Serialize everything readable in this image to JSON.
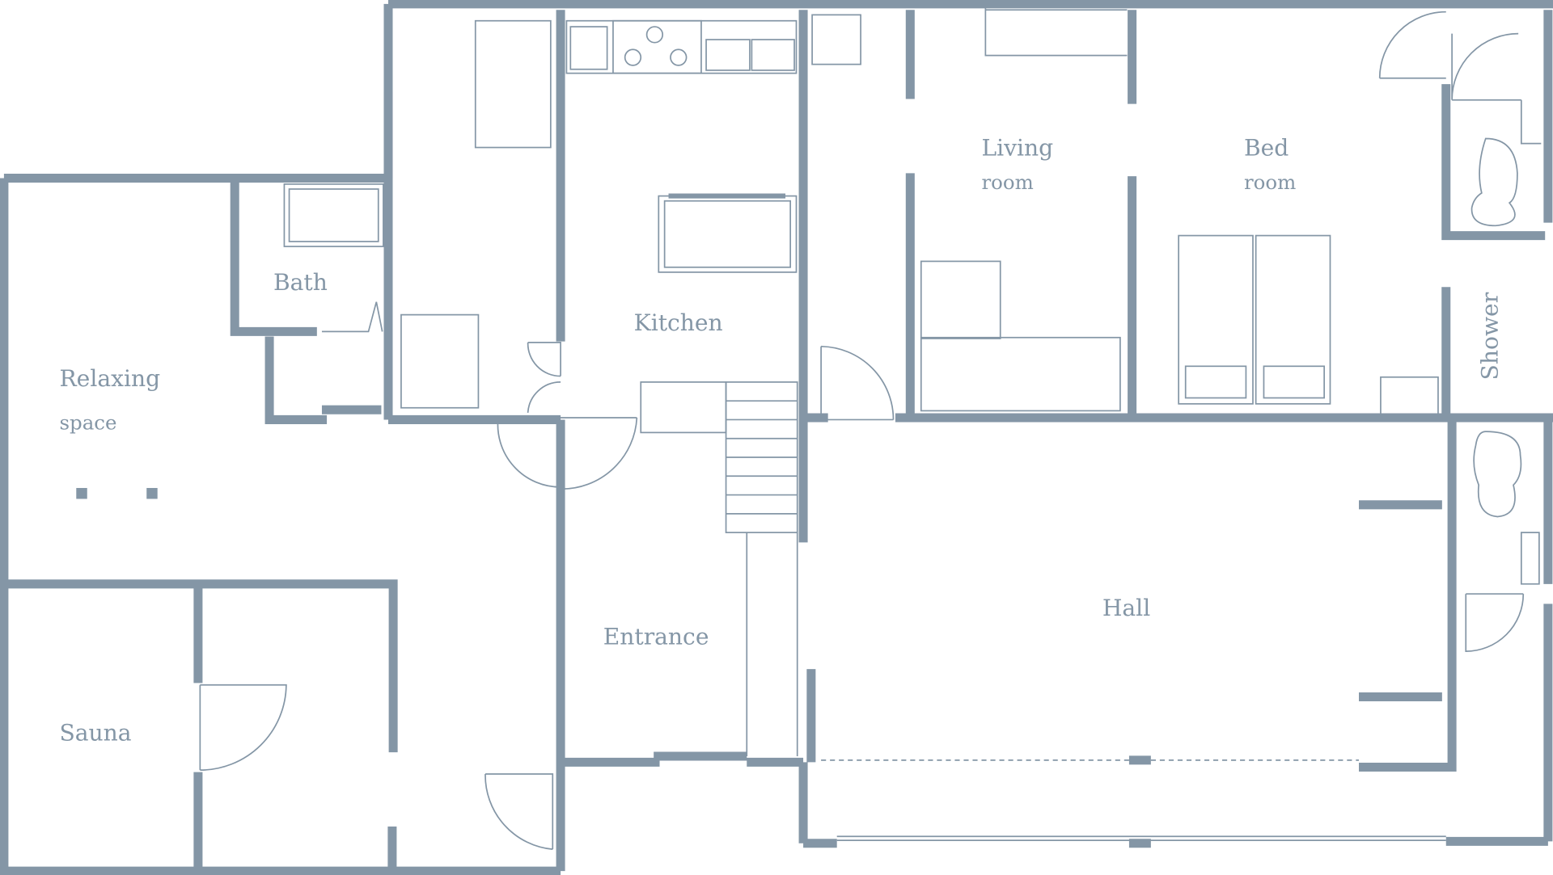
{
  "colors": {
    "wall": "#8496a6",
    "background": "#ffffff"
  },
  "rooms": {
    "living": {
      "line1": "Living",
      "line2": "room"
    },
    "bed": {
      "line1": "Bed",
      "line2": "room"
    },
    "bath": "Bath",
    "kitchen": "Kitchen",
    "relaxing": {
      "line1": "Relaxing",
      "line2": "space"
    },
    "sauna": "Sauna",
    "entrance": "Entrance",
    "hall": "Hall",
    "shower": "Shower"
  }
}
